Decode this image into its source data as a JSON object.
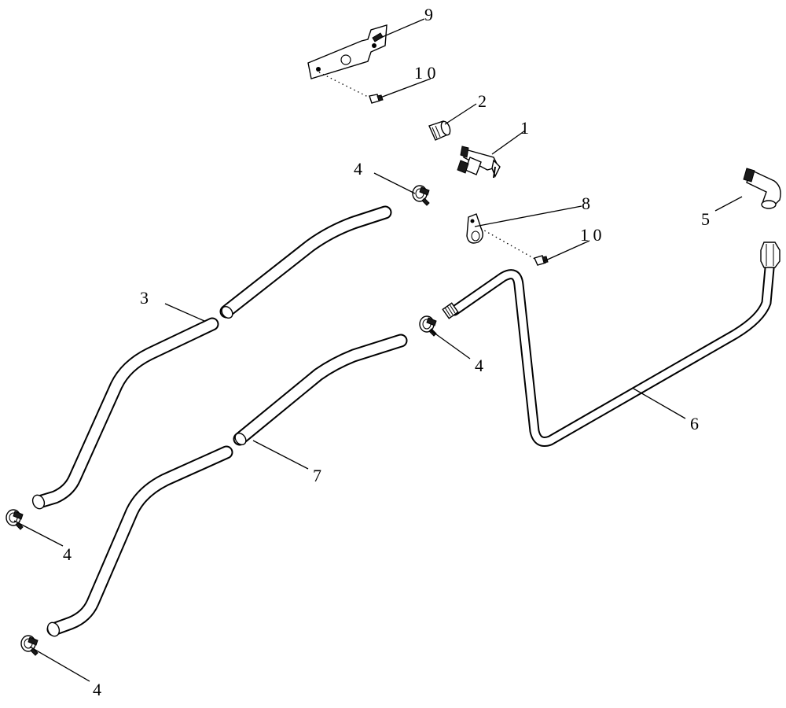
{
  "callouts": [
    {
      "id": "c1",
      "label": "1"
    },
    {
      "id": "c2",
      "label": "2"
    },
    {
      "id": "c3",
      "label": "3"
    },
    {
      "id": "c4a",
      "label": "4"
    },
    {
      "id": "c4b",
      "label": "4"
    },
    {
      "id": "c4c",
      "label": "4"
    },
    {
      "id": "c4d",
      "label": "4"
    },
    {
      "id": "c5",
      "label": "5"
    },
    {
      "id": "c6",
      "label": "6"
    },
    {
      "id": "c7",
      "label": "7"
    },
    {
      "id": "c8",
      "label": "8"
    },
    {
      "id": "c9",
      "label": "9"
    },
    {
      "id": "c10a",
      "label": "1 0"
    },
    {
      "id": "c10b",
      "label": "1 0"
    }
  ],
  "parts": [
    {
      "ref": "1",
      "icon": "tee-valve-icon"
    },
    {
      "ref": "2",
      "icon": "fitting-icon"
    },
    {
      "ref": "3",
      "icon": "hose-icon"
    },
    {
      "ref": "4",
      "icon": "hose-clamp-icon"
    },
    {
      "ref": "5",
      "icon": "elbow-fitting-icon"
    },
    {
      "ref": "6",
      "icon": "tube-icon"
    },
    {
      "ref": "7",
      "icon": "hose-icon"
    },
    {
      "ref": "8",
      "icon": "p-clip-icon"
    },
    {
      "ref": "9",
      "icon": "bracket-icon"
    },
    {
      "ref": "10",
      "icon": "bolt-icon"
    }
  ]
}
